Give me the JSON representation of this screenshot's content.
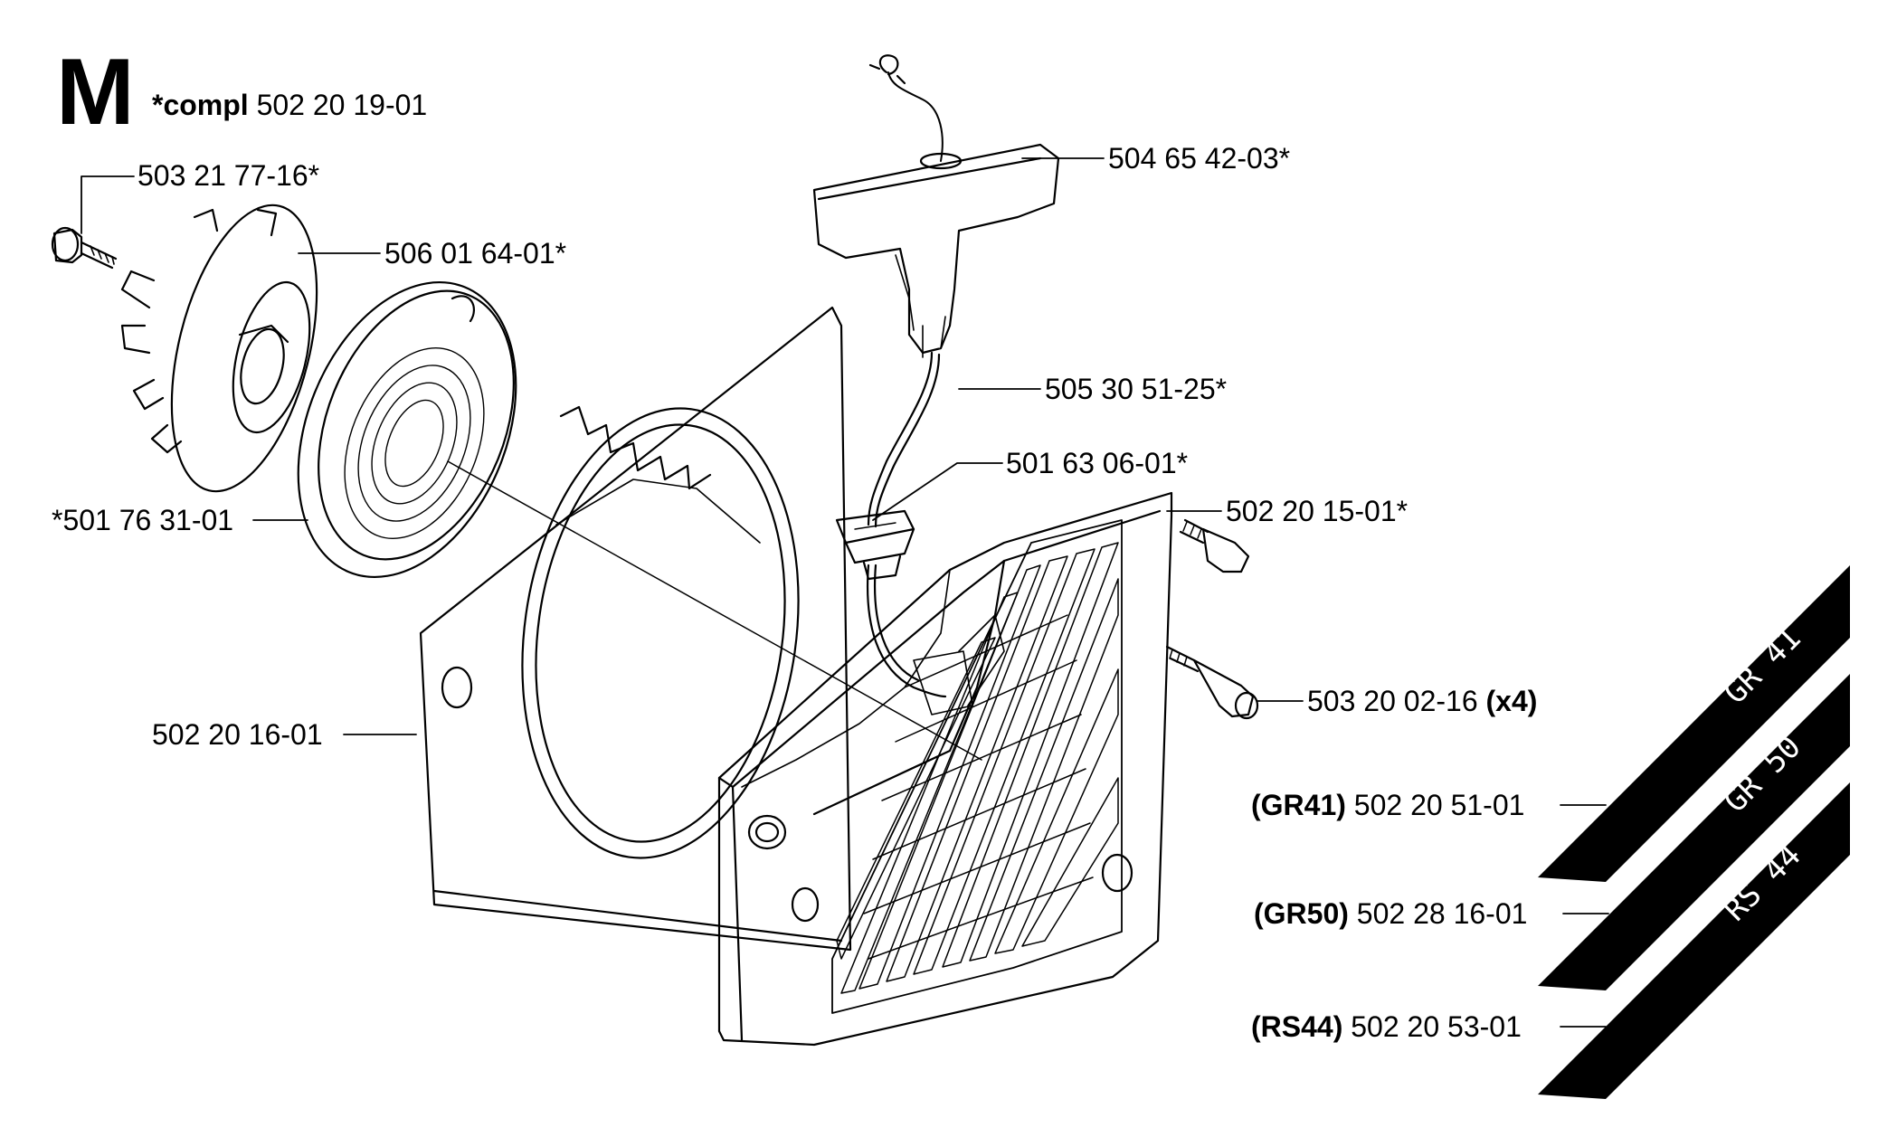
{
  "header": {
    "section_letter": "M",
    "compl_prefix": "*compl",
    "compl_part": "502 20 19-01"
  },
  "callouts": {
    "bolt_top": {
      "part": "503 21 77-16*"
    },
    "pulley": {
      "part": "506 01 64-01*"
    },
    "spring": {
      "part": "*501 76 31-01"
    },
    "fan_cover": {
      "part": "502 20 16-01"
    },
    "handle": {
      "part": "504 65 42-03*"
    },
    "cord": {
      "part": "505 30 51-25*"
    },
    "grommet": {
      "part": "501 63 06-01*"
    },
    "starter_housing": {
      "part": "502 20 15-01*"
    },
    "screw": {
      "part": "503 20 02-16",
      "qty": "(x4)"
    },
    "decal_gr41": {
      "model": "(GR41)",
      "part": "502 20 51-01"
    },
    "decal_gr50": {
      "model": "(GR50)",
      "part": "502 28 16-01"
    },
    "decal_rs44": {
      "model": "(RS44)",
      "part": "502 20 53-01"
    }
  },
  "decals": {
    "gr41": "GR 41",
    "gr50": "GR 50",
    "rs44": "RS 44"
  }
}
